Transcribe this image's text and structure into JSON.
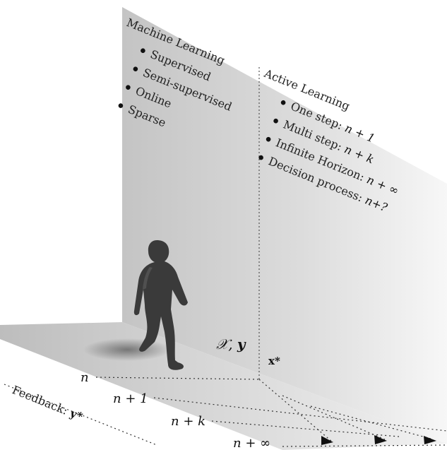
{
  "machine_learning": {
    "title": "Machine Learning",
    "items": [
      "Supervised",
      "Semi-supervised",
      "Online",
      "Sparse"
    ]
  },
  "active_learning": {
    "title": "Active Learning",
    "items": [
      {
        "text": "One step: ",
        "math": "n + 1"
      },
      {
        "text": "Multi step: ",
        "math": "n + k"
      },
      {
        "text": "Infinite Horizon: ",
        "math": "n + ∞"
      },
      {
        "text": "Decision process: ",
        "math": "n+?"
      }
    ]
  },
  "labels": {
    "data_set": "𝒳",
    "data_sep": ", ",
    "data_y": "y",
    "x_star": "x*",
    "feedback": "Feedback: ",
    "feedback_y": "y*"
  },
  "steps": [
    "n",
    "n + 1",
    "n + k",
    "n + ∞"
  ]
}
